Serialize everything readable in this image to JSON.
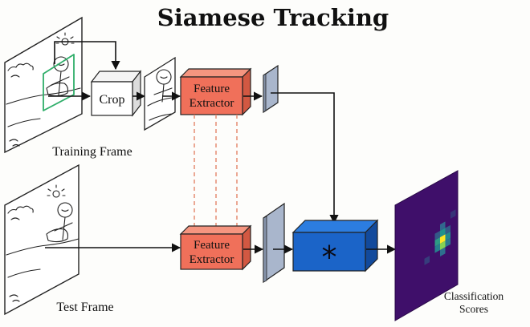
{
  "title": "Siamese Tracking",
  "labels": {
    "training_frame": "Training Frame",
    "test_frame": "Test Frame",
    "crop": "Crop",
    "feature_extractor_line1": "Feature",
    "feature_extractor_line2": "Extractor",
    "correlation_symbol": "*",
    "classification_line1": "Classification",
    "classification_line2": "Scores"
  },
  "colors": {
    "feature_extractor": "#f0705a",
    "correlation_block": "#1b64c8",
    "feature_map": "#a9b6cc",
    "crop_box": "#2fae6a",
    "dashed_link": "#e58b72",
    "heatmap_bg": "#3f0f6a"
  },
  "heatmap": {
    "cells": [
      {
        "x": 0,
        "y": -2,
        "level": 0.3
      },
      {
        "x": 0,
        "y": -1,
        "level": 0.55
      },
      {
        "x": 0,
        "y": 0,
        "level": 1.0
      },
      {
        "x": -1,
        "y": 0,
        "level": 0.6
      },
      {
        "x": 1,
        "y": 0,
        "level": 0.5
      },
      {
        "x": 0,
        "y": 1,
        "level": 0.85
      },
      {
        "x": -1,
        "y": 1,
        "level": 0.45
      },
      {
        "x": 1,
        "y": 1,
        "level": 0.4
      },
      {
        "x": 0,
        "y": 2,
        "level": 0.35
      },
      {
        "x": -1,
        "y": -1,
        "level": 0.25
      },
      {
        "x": 1,
        "y": -1,
        "level": 0.25
      },
      {
        "x": -3,
        "y": 2,
        "level": 0.15
      },
      {
        "x": 2,
        "y": -3,
        "level": 0.12
      }
    ]
  }
}
